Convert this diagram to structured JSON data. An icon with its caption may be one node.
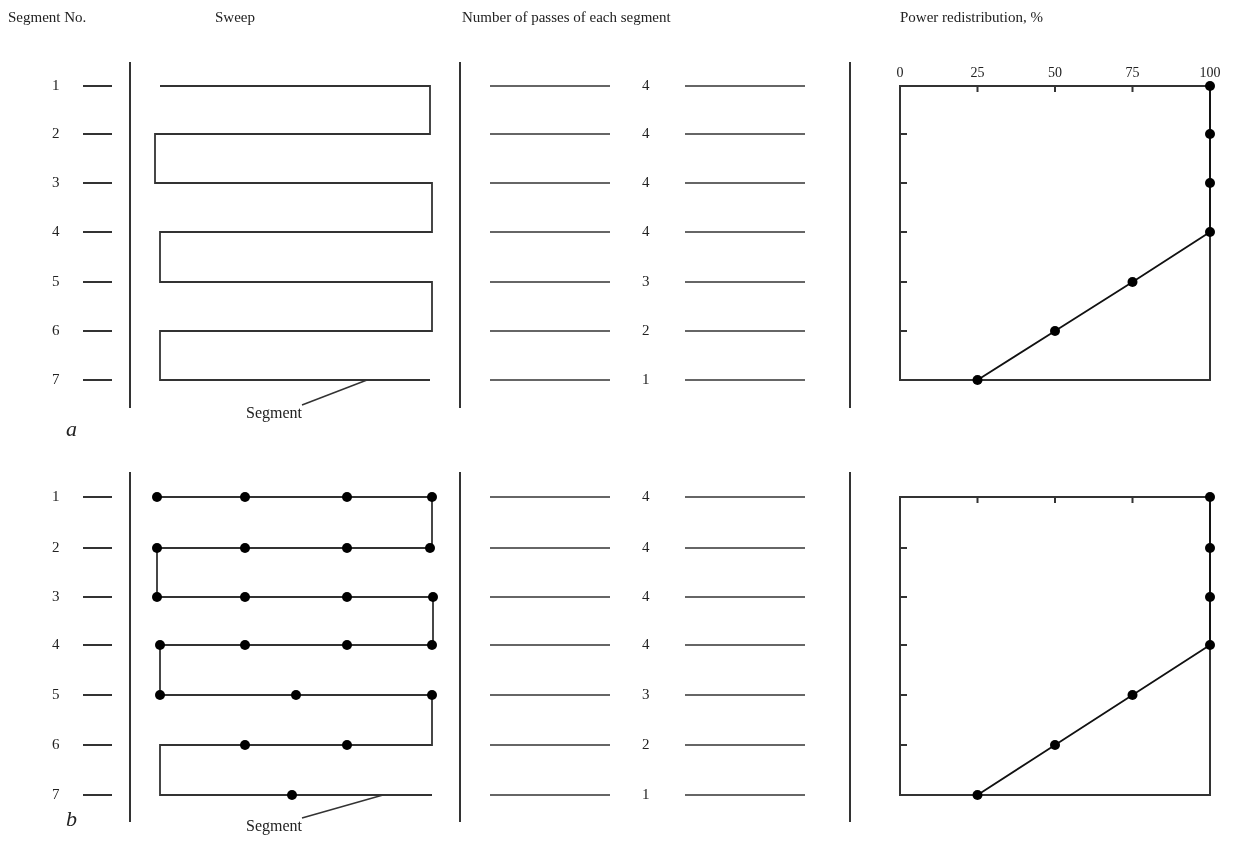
{
  "diagram": {
    "nodes": [
      {
        "text": [
          "Segment"
        ]
      },
      {
        "text": [
          "Segment"
        ]
      }
    ],
    "edges": [
      {
        "from": 0,
        "to": null,
        "arrow": "none"
      },
      {
        "from": 1,
        "to": null,
        "arrow": "none"
      }
    ],
    "labels": [
      "Segment No.",
      "Sweep",
      "Number of passes of each segment",
      "Power redistribution, %",
      "a",
      "1",
      "2",
      "3",
      "4",
      "5",
      "6",
      "7",
      "4",
      "4",
      "4",
      "4",
      "3",
      "2",
      "1",
      "b",
      "1",
      "2",
      "3",
      "4",
      "5",
      "6",
      "7",
      "4",
      "4",
      "4",
      "4",
      "3",
      "2",
      "1",
      "0",
      "25",
      "50",
      "75",
      "100"
    ]
  }
}
